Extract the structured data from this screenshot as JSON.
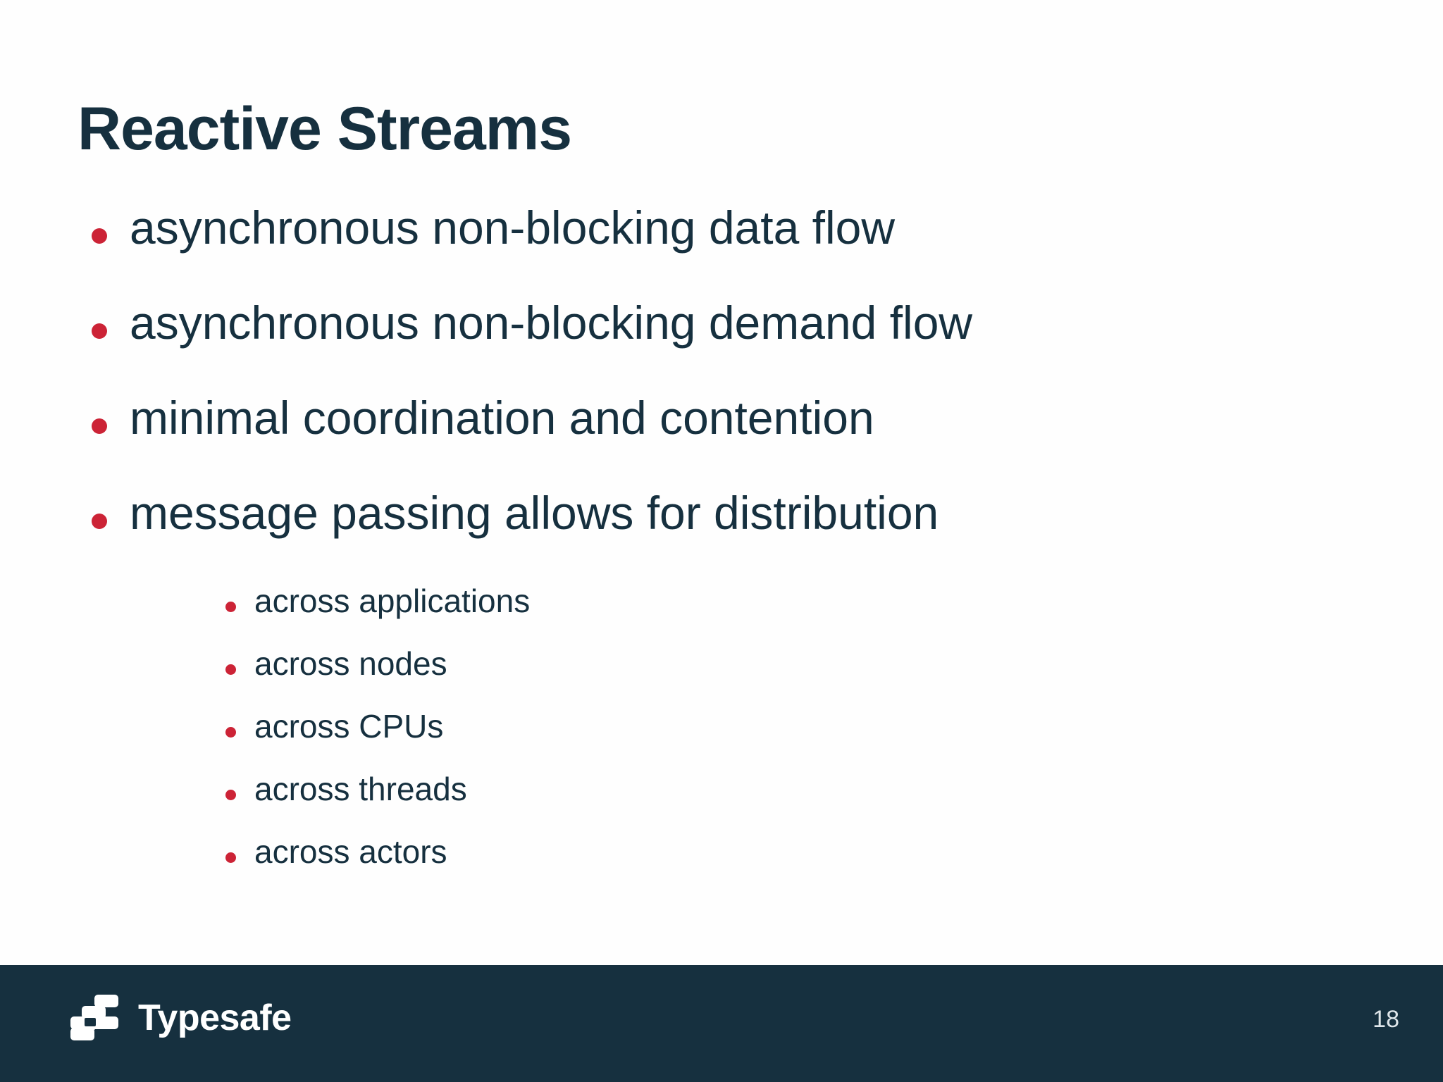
{
  "slide": {
    "title": "Reactive Streams",
    "bullets": [
      {
        "label": "asynchronous non-blocking data flow"
      },
      {
        "label": "asynchronous non-blocking demand flow"
      },
      {
        "label": "minimal coordination and contention"
      },
      {
        "label": "message passing allows for distribution"
      }
    ],
    "sub_bullets": [
      {
        "label": "across applications"
      },
      {
        "label": "across nodes"
      },
      {
        "label": "across CPUs"
      },
      {
        "label": "across threads"
      },
      {
        "label": "across actors"
      }
    ]
  },
  "footer": {
    "brand": "Typesafe",
    "page_number": "18",
    "background_color": "#16303f"
  },
  "colors": {
    "text": "#16303f",
    "bullet": "#cc2336",
    "background": "#fefefe",
    "footer_text": "#ffffff",
    "page_number_text": "#dfe6ea"
  }
}
